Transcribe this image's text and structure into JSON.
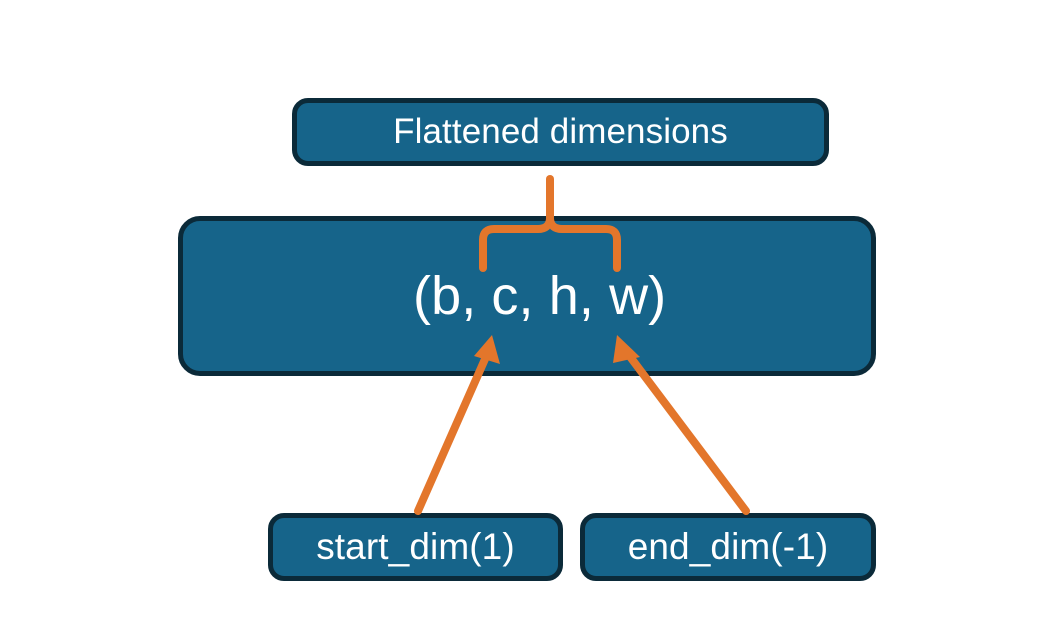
{
  "diagram": {
    "title_node": {
      "label": "Flattened dimensions",
      "name": "flattened-dimensions-box"
    },
    "shape_node": {
      "label": "(b, c, h, w)",
      "name": "tensor-shape-box",
      "dims": [
        "b",
        "c",
        "h",
        "w"
      ]
    },
    "start_node": {
      "label": "start_dim(1)",
      "name": "start-dim-box",
      "value": 1
    },
    "end_node": {
      "label": "end_dim(-1)",
      "name": "end-dim-box",
      "value": -1
    },
    "connectors": {
      "brace": {
        "name": "flatten-range-brace",
        "spans_dims": [
          "c",
          "h",
          "w"
        ]
      },
      "start_arrow": {
        "name": "start-dim-arrow",
        "points_to": "c"
      },
      "end_arrow": {
        "name": "end-dim-arrow",
        "points_to": "w"
      }
    }
  },
  "colors": {
    "box_fill": "#16648a",
    "box_border": "#0b2a39",
    "connector": "#e3762b",
    "text": "#ffffff",
    "background": "#ffffff"
  }
}
